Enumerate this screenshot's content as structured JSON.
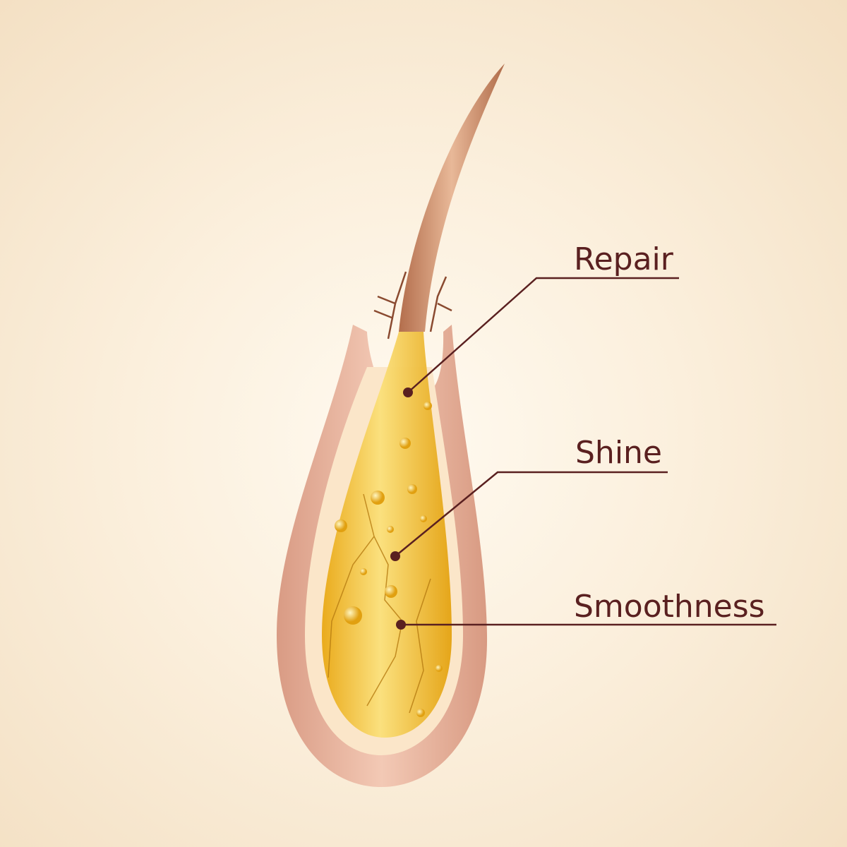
{
  "labels": {
    "repair": "Repair",
    "shine": "Shine",
    "smoothness": "Smoothness"
  },
  "colors": {
    "callout": "#5a2020",
    "follicle": "#e9b49c",
    "oil": "#f2c12e",
    "hair": "#c98a64"
  }
}
